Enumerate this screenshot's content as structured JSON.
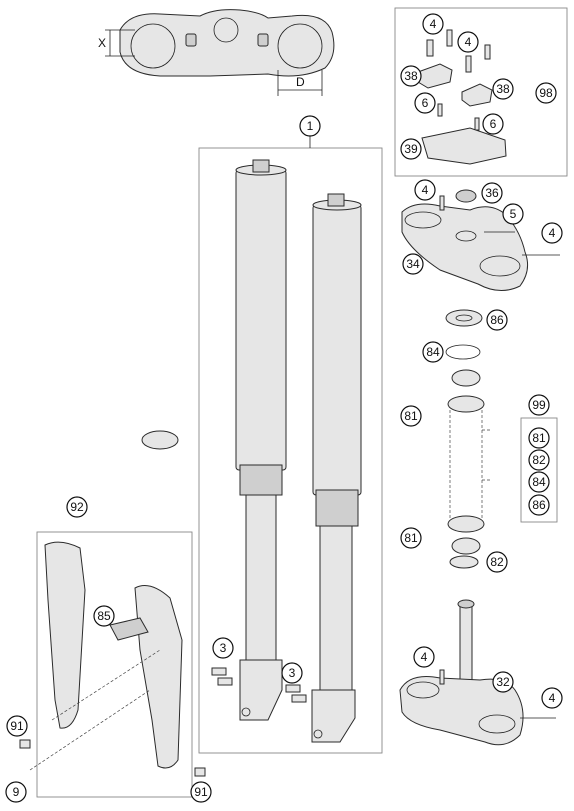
{
  "callouts": {
    "c1": "1",
    "c3a": "3",
    "c3b": "3",
    "c4a": "4",
    "c4b": "4",
    "c4c": "4",
    "c4d": "4",
    "c4e": "4",
    "c5": "5",
    "c6a": "6",
    "c6b": "6",
    "c9": "9",
    "c32": "32",
    "c34": "34",
    "c36": "36",
    "c38a": "38",
    "c38b": "38",
    "c39": "39",
    "c81a": "81",
    "c81b": "81",
    "c81c": "81",
    "c82a": "82",
    "c82b": "82",
    "c84a": "84",
    "c84b": "84",
    "c85": "85",
    "c86a": "86",
    "c86b": "86",
    "c91a": "91",
    "c91b": "91",
    "c92": "92",
    "c98": "98",
    "c99": "99"
  },
  "dimensions": {
    "x_label": "X",
    "d_label": "D"
  }
}
